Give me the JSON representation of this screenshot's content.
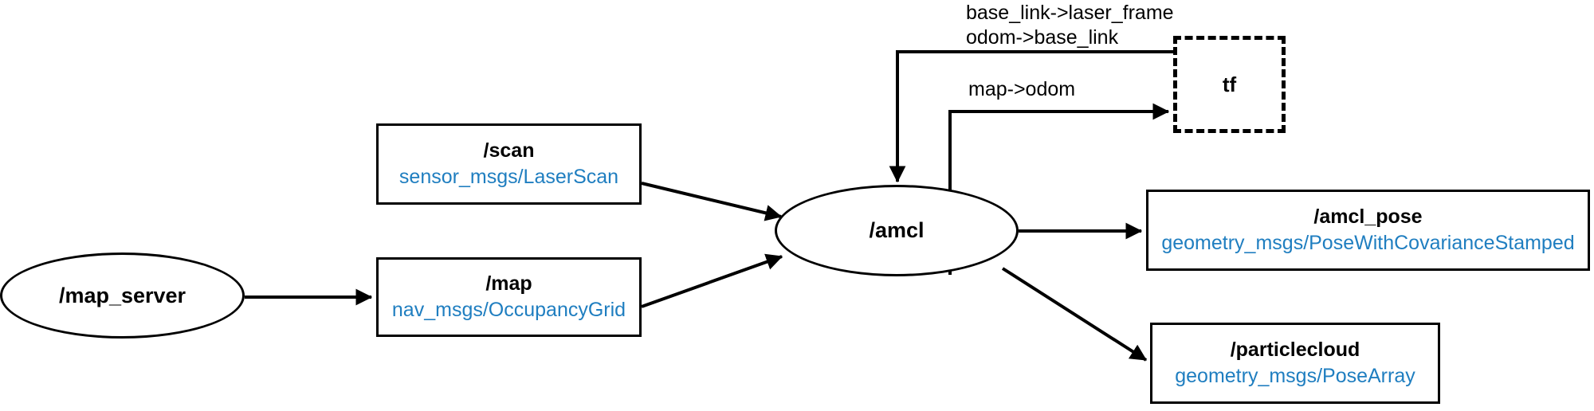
{
  "diagram": {
    "title": "ROS amcl node graph",
    "background": "#ffffff",
    "stroke_color": "#000000",
    "type_text_color": "#1f7ec0"
  },
  "nodes": {
    "map_server": {
      "label": "/map_server"
    },
    "amcl": {
      "label": "/amcl"
    },
    "tf": {
      "label": "tf"
    }
  },
  "topics": {
    "scan": {
      "name": "/scan",
      "type": "sensor_msgs/LaserScan"
    },
    "map": {
      "name": "/map",
      "type": "nav_msgs/OccupancyGrid"
    },
    "amcl_pose": {
      "name": "/amcl_pose",
      "type": "geometry_msgs/PoseWithCovarianceStamped"
    },
    "particlecloud": {
      "name": "/particlecloud",
      "type": "geometry_msgs/PoseArray"
    }
  },
  "edge_labels": {
    "tf_in_line1": "base_link->laser_frame",
    "tf_in_line2": "odom->base_link",
    "tf_out": "map->odom"
  }
}
